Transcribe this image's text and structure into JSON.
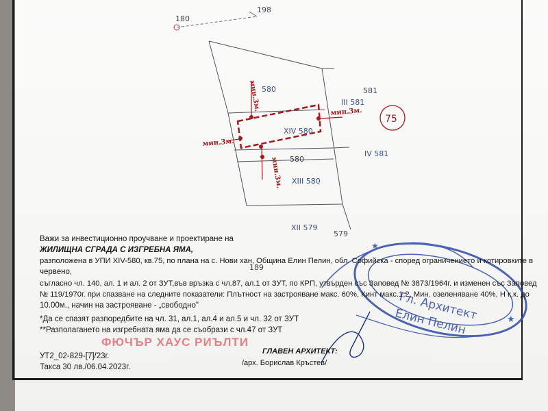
{
  "plan": {
    "street_start": "180",
    "street_end": "198",
    "block_number": "75",
    "plots": {
      "north": "580",
      "subject": "XIV 580",
      "center": "580",
      "south": "XIII 580",
      "east_iii_a": "581",
      "east_iii_b": "III 581",
      "east_iv": "IV 581",
      "south_xii": "XII 579",
      "south_579": "579",
      "bottom_189": "189"
    },
    "setbacks": {
      "north": "мин.3м.",
      "east": "мин.3м.",
      "west": "мин.3м.",
      "south": "мин.3м."
    }
  },
  "text": {
    "line1": "Важи за инвестиционно проучване и проектиране на",
    "line2": "ЖИЛИЩНА СГРАДА С ИЗГРЕБНА ЯМА,",
    "line3": "разположена в УПИ XIV-580, кв.75, по плана на с. Нови хан, Община Елин Пелин, обл. Софийска - според ограничениeто и котировките в",
    "line4": "червено,",
    "line5": "съгласно  чл. 140, ал. 1 и ал. 2 от ЗУТ,във връзка с чл.87, ал.1 от ЗУТ, по КРП, утвърден със Заповед № 3873/1964г. и изменен със Заповед",
    "line6": "№  119/1970г. при спазване на следните показатели: Плътност на застрояване макс. 60%, Кинт макс.1,2, Мин. озеленяване 40%,  Н к.к. до",
    "line7": "10.00м., начин на застрояване - „свободно\"",
    "note1": "*Да се спазят разпоредбите на чл. 31, ал.1, ал.4 и ал.5 и чл. 32 от ЗУТ",
    "note2": "**Разполагането на изгребната  яма да се съобрази с чл.47 от ЗУТ",
    "company": "ФЮЧЪР ХАУС РИЪЛТИ",
    "chief_title": "ГЛАВЕН АРХИТЕКТ:",
    "chief_name": "/арх. Борислав Кръстев/",
    "ref": "УТ2_02-829-[7]/23г.",
    "fee": "Такса 30 лв./06.04.2023г."
  },
  "stamp": {
    "line1": "Гл. Архитект",
    "line2": "Елин Пелин"
  },
  "colors": {
    "ink": "#161616",
    "pencil": "#3f3f55",
    "red_line": "#a11a1f",
    "stamp_blue": "#2f4aa8",
    "company_red": "#e06d76"
  }
}
